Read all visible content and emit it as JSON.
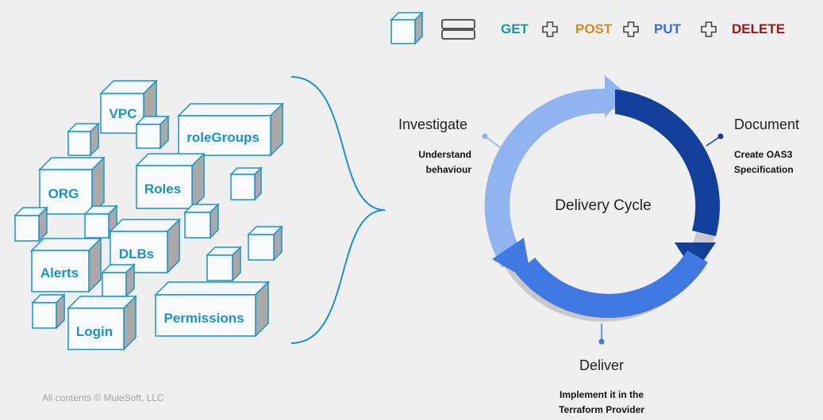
{
  "legend": {
    "methods": [
      {
        "label": "GET",
        "color": "#139b9a"
      },
      {
        "label": "POST",
        "color": "#d58a19"
      },
      {
        "label": "PUT",
        "color": "#3b6bd8"
      },
      {
        "label": "DELETE",
        "color": "#a3121a"
      }
    ],
    "separator_icon": "plus-outline-icon",
    "cube_icon": "cube-icon",
    "stack_icon": "stack-icon"
  },
  "resources": {
    "items": [
      "VPC",
      "roleGroups",
      "ORG",
      "Roles",
      "DLBs",
      "Alerts",
      "Permissions",
      "Login"
    ],
    "cube_color": "#1a92cc"
  },
  "cycle": {
    "center_label": "Delivery Cycle",
    "stages": [
      {
        "key": "investigate",
        "title": "Investigate",
        "desc_lines": [
          "Understand",
          "behaviour"
        ]
      },
      {
        "key": "document",
        "title": "Document",
        "desc_lines": [
          "Create OAS3",
          "Specification"
        ]
      },
      {
        "key": "deliver",
        "title": "Deliver",
        "desc_lines": [
          "Implement it in the",
          "Terraform Provider"
        ]
      }
    ],
    "colors": {
      "light": "#8fb4ef",
      "dark": "#123f99",
      "mid": "#3f78e0",
      "inner": "#c9c9c9",
      "core": "#efefef"
    }
  },
  "footer": {
    "text": "All contents © MuleSoft, LLC"
  }
}
